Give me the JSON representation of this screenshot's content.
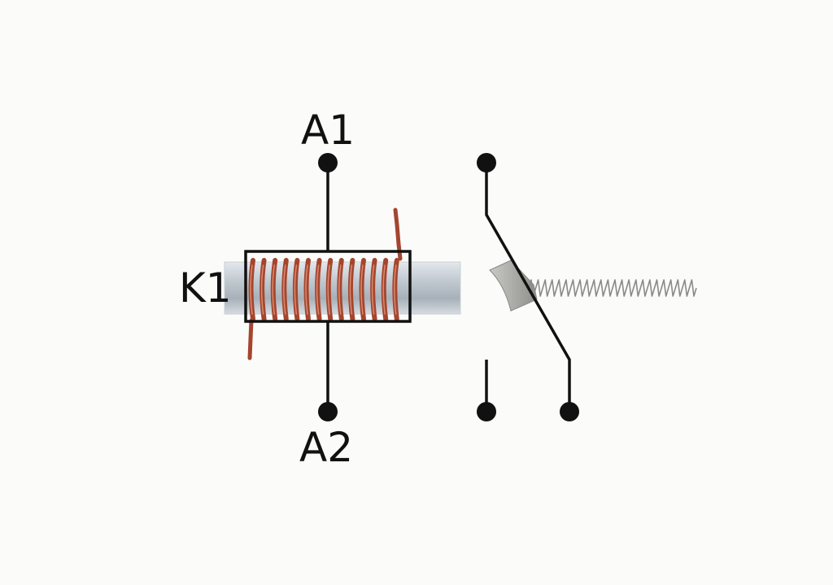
{
  "labels": {
    "coil_top_terminal": "A1",
    "coil_bottom_terminal": "A2",
    "relay_name": "K1"
  },
  "colors": {
    "background": "#fbfbf9",
    "wiring": "#111111",
    "copper_coil": "#a5452e",
    "iron_core": "#b9c2c9",
    "spring": "#8a8a8a",
    "armature": "#a9aaa5"
  },
  "icons": {
    "coil": "copper-coil-icon",
    "core": "iron-core-icon",
    "spring": "return-spring-icon",
    "armature": "armature-icon",
    "switch": "changeover-switch-icon"
  }
}
